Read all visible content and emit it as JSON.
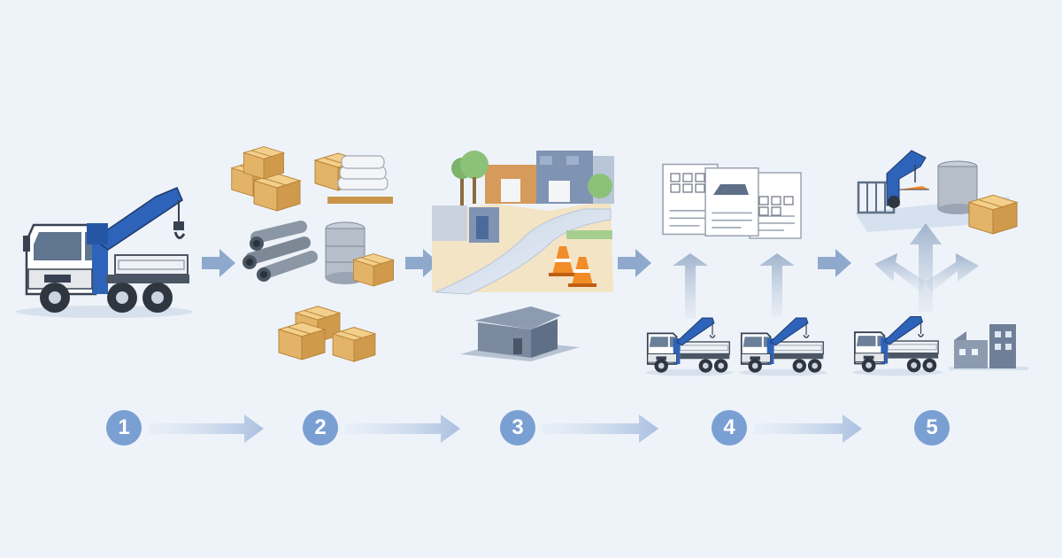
{
  "steps": [
    {
      "number": "1",
      "icon": "crane-truck-icon"
    },
    {
      "number": "2",
      "icon": "construction-materials-icon"
    },
    {
      "number": "3",
      "icon": "construction-site-icon"
    },
    {
      "number": "4",
      "icon": "documents-and-truck-fleet-icon"
    },
    {
      "number": "5",
      "icon": "crane-delivery-distribution-icon"
    }
  ],
  "colors": {
    "background": "#eef3f9",
    "step_badge": "#7a9fd3",
    "arrow": "#8ea9cc",
    "crane_blue": "#2d63b8",
    "cardboard": "#e3b468",
    "truck_body": "#ffffff"
  }
}
